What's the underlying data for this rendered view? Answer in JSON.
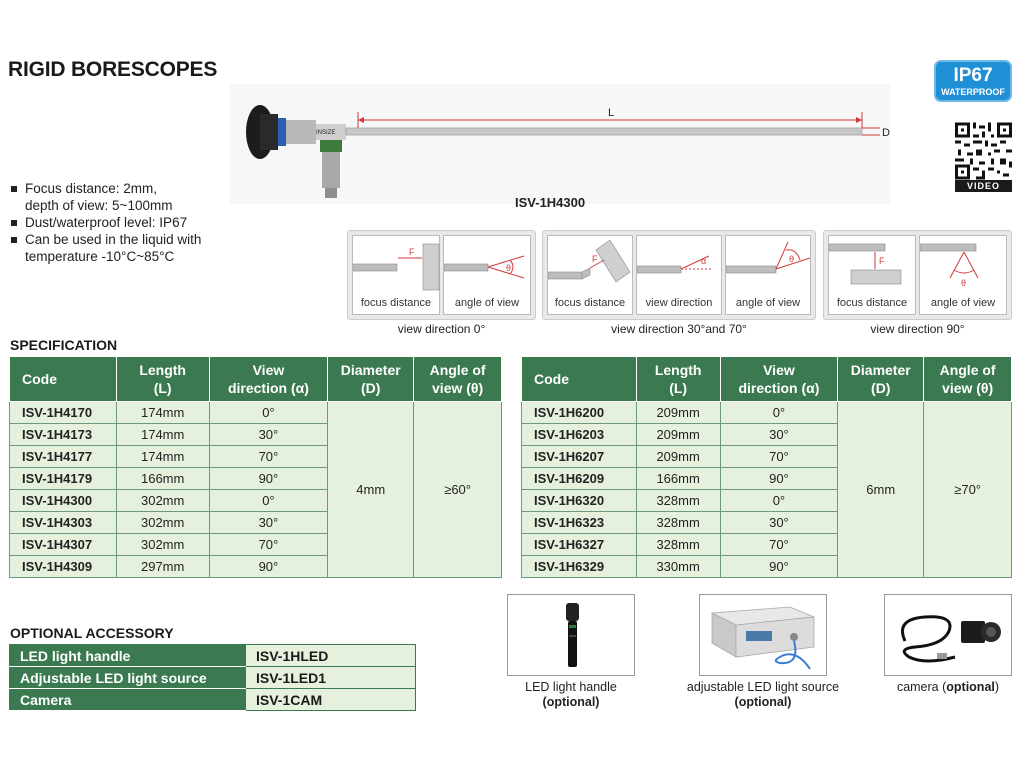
{
  "page": {
    "title": "RIGID BORESCOPES",
    "features": [
      "Focus distance: 2mm,",
      "depth of view: 5~100mm",
      "Dust/waterproof level: IP67",
      "Can be used in the liquid with",
      "temperature -10°C~85°C"
    ],
    "model_label": "ISV-1H4300",
    "dimension_L": "L",
    "dimension_D": "D",
    "brand_on_scope": "INSIZE"
  },
  "badge": {
    "line1": "IP67",
    "line2": "WATERPROOF",
    "color": "#1f8fd6"
  },
  "qr": {
    "caption": "VIDEO"
  },
  "diagrams": {
    "group0": {
      "cells": [
        "focus distance",
        "angle of view"
      ],
      "caption": "view direction 0°"
    },
    "group1": {
      "cells": [
        "focus distance",
        "view direction",
        "angle of view"
      ],
      "caption": "view direction 30°and 70°"
    },
    "group2": {
      "cells": [
        "focus distance",
        "angle of view"
      ],
      "caption": "view direction 90°"
    },
    "symbols": {
      "F": "F",
      "alpha": "α",
      "theta": "θ"
    }
  },
  "spec": {
    "heading": "SPECIFICATION",
    "headers": {
      "code": "Code",
      "length1": "Length",
      "length2": "(L)",
      "view1": "View",
      "view2": "direction (α)",
      "diam1": "Diameter",
      "diam2": "(D)",
      "angle1": "Angle of",
      "angle2": "view (θ)"
    },
    "left": {
      "rows": [
        [
          "ISV-1H4170",
          "174mm",
          "0°"
        ],
        [
          "ISV-1H4173",
          "174mm",
          "30°"
        ],
        [
          "ISV-1H4177",
          "174mm",
          "70°"
        ],
        [
          "ISV-1H4179",
          "166mm",
          "90°"
        ],
        [
          "ISV-1H4300",
          "302mm",
          "0°"
        ],
        [
          "ISV-1H4303",
          "302mm",
          "30°"
        ],
        [
          "ISV-1H4307",
          "302mm",
          "70°"
        ],
        [
          "ISV-1H4309",
          "297mm",
          "90°"
        ]
      ],
      "diameter": "4mm",
      "angle": "≥60°"
    },
    "right": {
      "rows": [
        [
          "ISV-1H6200",
          "209mm",
          "0°"
        ],
        [
          "ISV-1H6203",
          "209mm",
          "30°"
        ],
        [
          "ISV-1H6207",
          "209mm",
          "70°"
        ],
        [
          "ISV-1H6209",
          "166mm",
          "90°"
        ],
        [
          "ISV-1H6320",
          "328mm",
          "0°"
        ],
        [
          "ISV-1H6323",
          "328mm",
          "30°"
        ],
        [
          "ISV-1H6327",
          "328mm",
          "70°"
        ],
        [
          "ISV-1H6329",
          "330mm",
          "90°"
        ]
      ],
      "diameter": "6mm",
      "angle": "≥70°"
    },
    "header_color": "#3b7a50",
    "cell_color": "#e6f1dd"
  },
  "accessory": {
    "heading": "OPTIONAL ACCESSORY",
    "items": [
      {
        "name": "LED light handle",
        "code": "ISV-1HLED"
      },
      {
        "name": "Adjustable LED light source",
        "code": "ISV-1LED1"
      },
      {
        "name": "Camera",
        "code": "ISV-1CAM"
      }
    ]
  },
  "photos": [
    {
      "caption": "LED light handle",
      "optional": "(optional)"
    },
    {
      "caption": "adjustable LED light source",
      "optional": "(optional)"
    },
    {
      "caption": "camera (",
      "optional": "optional",
      "close": ")"
    }
  ]
}
